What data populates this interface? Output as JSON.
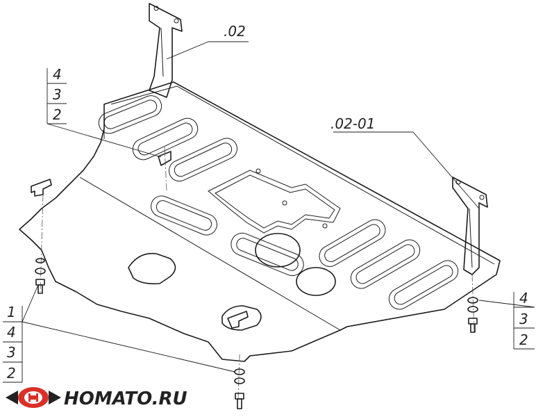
{
  "diagram": {
    "parts": {
      "guard": "",
      "bracket_left": ".02",
      "bracket_right": ".02-01"
    },
    "callout_left_upper": [
      "4",
      "3",
      "2"
    ],
    "callout_left_lower": [
      "1",
      "4",
      "3",
      "2"
    ],
    "callout_right": [
      "4",
      "3",
      "2"
    ]
  },
  "logo": {
    "text": "HOMATO.RU",
    "colors": {
      "primary": "#d9302a",
      "secondary": "#222222"
    }
  }
}
